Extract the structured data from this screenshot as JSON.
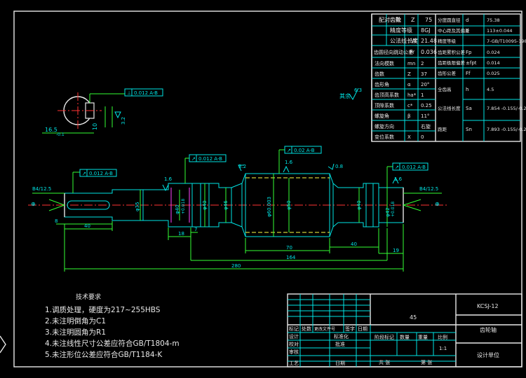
{
  "param_table": {
    "rows": [
      [
        "法向模数",
        "mn",
        "2"
      ],
      [
        "齿数",
        "Z",
        "37"
      ],
      [
        "齿形角",
        "α",
        "20°"
      ],
      [
        "齿顶高系数",
        "ha*",
        "1"
      ],
      [
        "顶隙系数",
        "c*",
        "0.25"
      ],
      [
        "螺旋角",
        "β",
        "11°"
      ],
      [
        "螺旋方向",
        "",
        "右旋"
      ],
      [
        "变位系数",
        "X",
        "0"
      ]
    ],
    "extra": [
      [
        "配对齿轮",
        "齿数",
        "Z",
        "75"
      ],
      [
        "精度等级",
        "",
        "8GJ"
      ],
      [
        "公法线长度",
        "W",
        "21.48"
      ],
      [
        "齿圆径向跳动公差",
        "Fr",
        "0.036"
      ]
    ],
    "right": [
      [
        "分度圆直径",
        "d",
        "75.38"
      ],
      [
        "中心距及其偏差",
        "a",
        "113±0.044"
      ],
      [
        "精度等级",
        "",
        "7-GB/T10095-1988"
      ],
      [
        "齿距累积公差",
        "Fp",
        "0.024"
      ],
      [
        "齿距极限偏差",
        "±fpt",
        "0.014"
      ],
      [
        "齿形公差",
        "Ff",
        "0.025"
      ],
      [
        "全齿高",
        "h",
        "4.5"
      ],
      [
        "公法线长度",
        "Sa",
        "7.854 -0.155/-0.211"
      ],
      [
        "跑距",
        "Sn",
        "7.893 -0.155/-0.211"
      ]
    ]
  },
  "tolerances": {
    "t_key": "0.012 A-B",
    "t_left": "0.012 A-B",
    "t_step": "0.012 A-B",
    "t_gear": "0.02 A-B",
    "t_right": "0.012 A-B",
    "ra": "6.3",
    "others": "其余"
  },
  "dims": {
    "b412_l": "B4/12.5",
    "b412_r": "B4/12.5",
    "d35": "φ35",
    "d40a": "φ40",
    "d40b": "φ40",
    "d46": "φ46",
    "d60": "φ60.003",
    "d50": "φ50",
    "d40c": "φ40",
    "d42": "φ42",
    "keyw": "16.5",
    "keyt": "10",
    "l8": "8",
    "l40": "40",
    "l18": "18",
    "l7": "7",
    "l70": "70",
    "l40b": "40",
    "l164": "164",
    "l19": "19",
    "l280": "280",
    "r16a": "1.6",
    "r16b": "1.6",
    "r16c": "1.6",
    "r32": "3.2",
    "r08": "0.8"
  },
  "requirements": {
    "title": "技术要求",
    "items": [
      "1.调质处理，硬度为217~255HBS",
      "2.未注明倒角为C1",
      "3.未注明圆角为R1",
      "4.未注线性尺寸公差应符合GB/T1804-m",
      "5.未注形位公差应符合GB/T1184-K"
    ]
  },
  "title_block": {
    "material": "45",
    "drawing_no": "KCSJ-12",
    "part_name": "齿轮轴",
    "unit": "设计单位",
    "scale_label": "比例",
    "scale": "1:1",
    "weight_label": "重量",
    "sheet_total": "共  张",
    "sheet_no": "第  张",
    "stage_label": "阶段标记",
    "count_label": "数量",
    "rev_headers": [
      "标记",
      "处数",
      "更改文件号",
      "签字",
      "日期"
    ],
    "people": [
      "设计",
      "校对",
      "审核",
      "工艺"
    ],
    "std_label": "标准化",
    "approve_label": "批准",
    "date_label": "日期"
  }
}
